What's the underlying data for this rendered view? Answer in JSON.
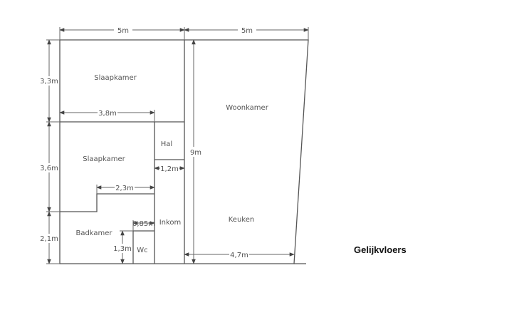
{
  "title": "Gelijkvloers",
  "rooms": {
    "slaapkamer1": "Slaapkamer",
    "slaapkamer2": "Slaapkamer",
    "woonkamer": "Woonkamer",
    "keuken": "Keuken",
    "hal": "Hal",
    "inkom": "Inkom",
    "badkamer": "Badkamer",
    "wc": "Wc"
  },
  "dimensions": {
    "top_left_width": "5m",
    "top_right_width": "5m",
    "left_top_height": "3,3m",
    "left_mid_height": "3,6m",
    "left_bottom_height": "2,1m",
    "slaapkamer_width": "3,8m",
    "step_width": "2,3m",
    "hal_width": "1,2m",
    "woonkamer_height": "9m",
    "keuken_width": "4,7m",
    "wc_height": "1,3m",
    "wc_width": "0,85m"
  }
}
